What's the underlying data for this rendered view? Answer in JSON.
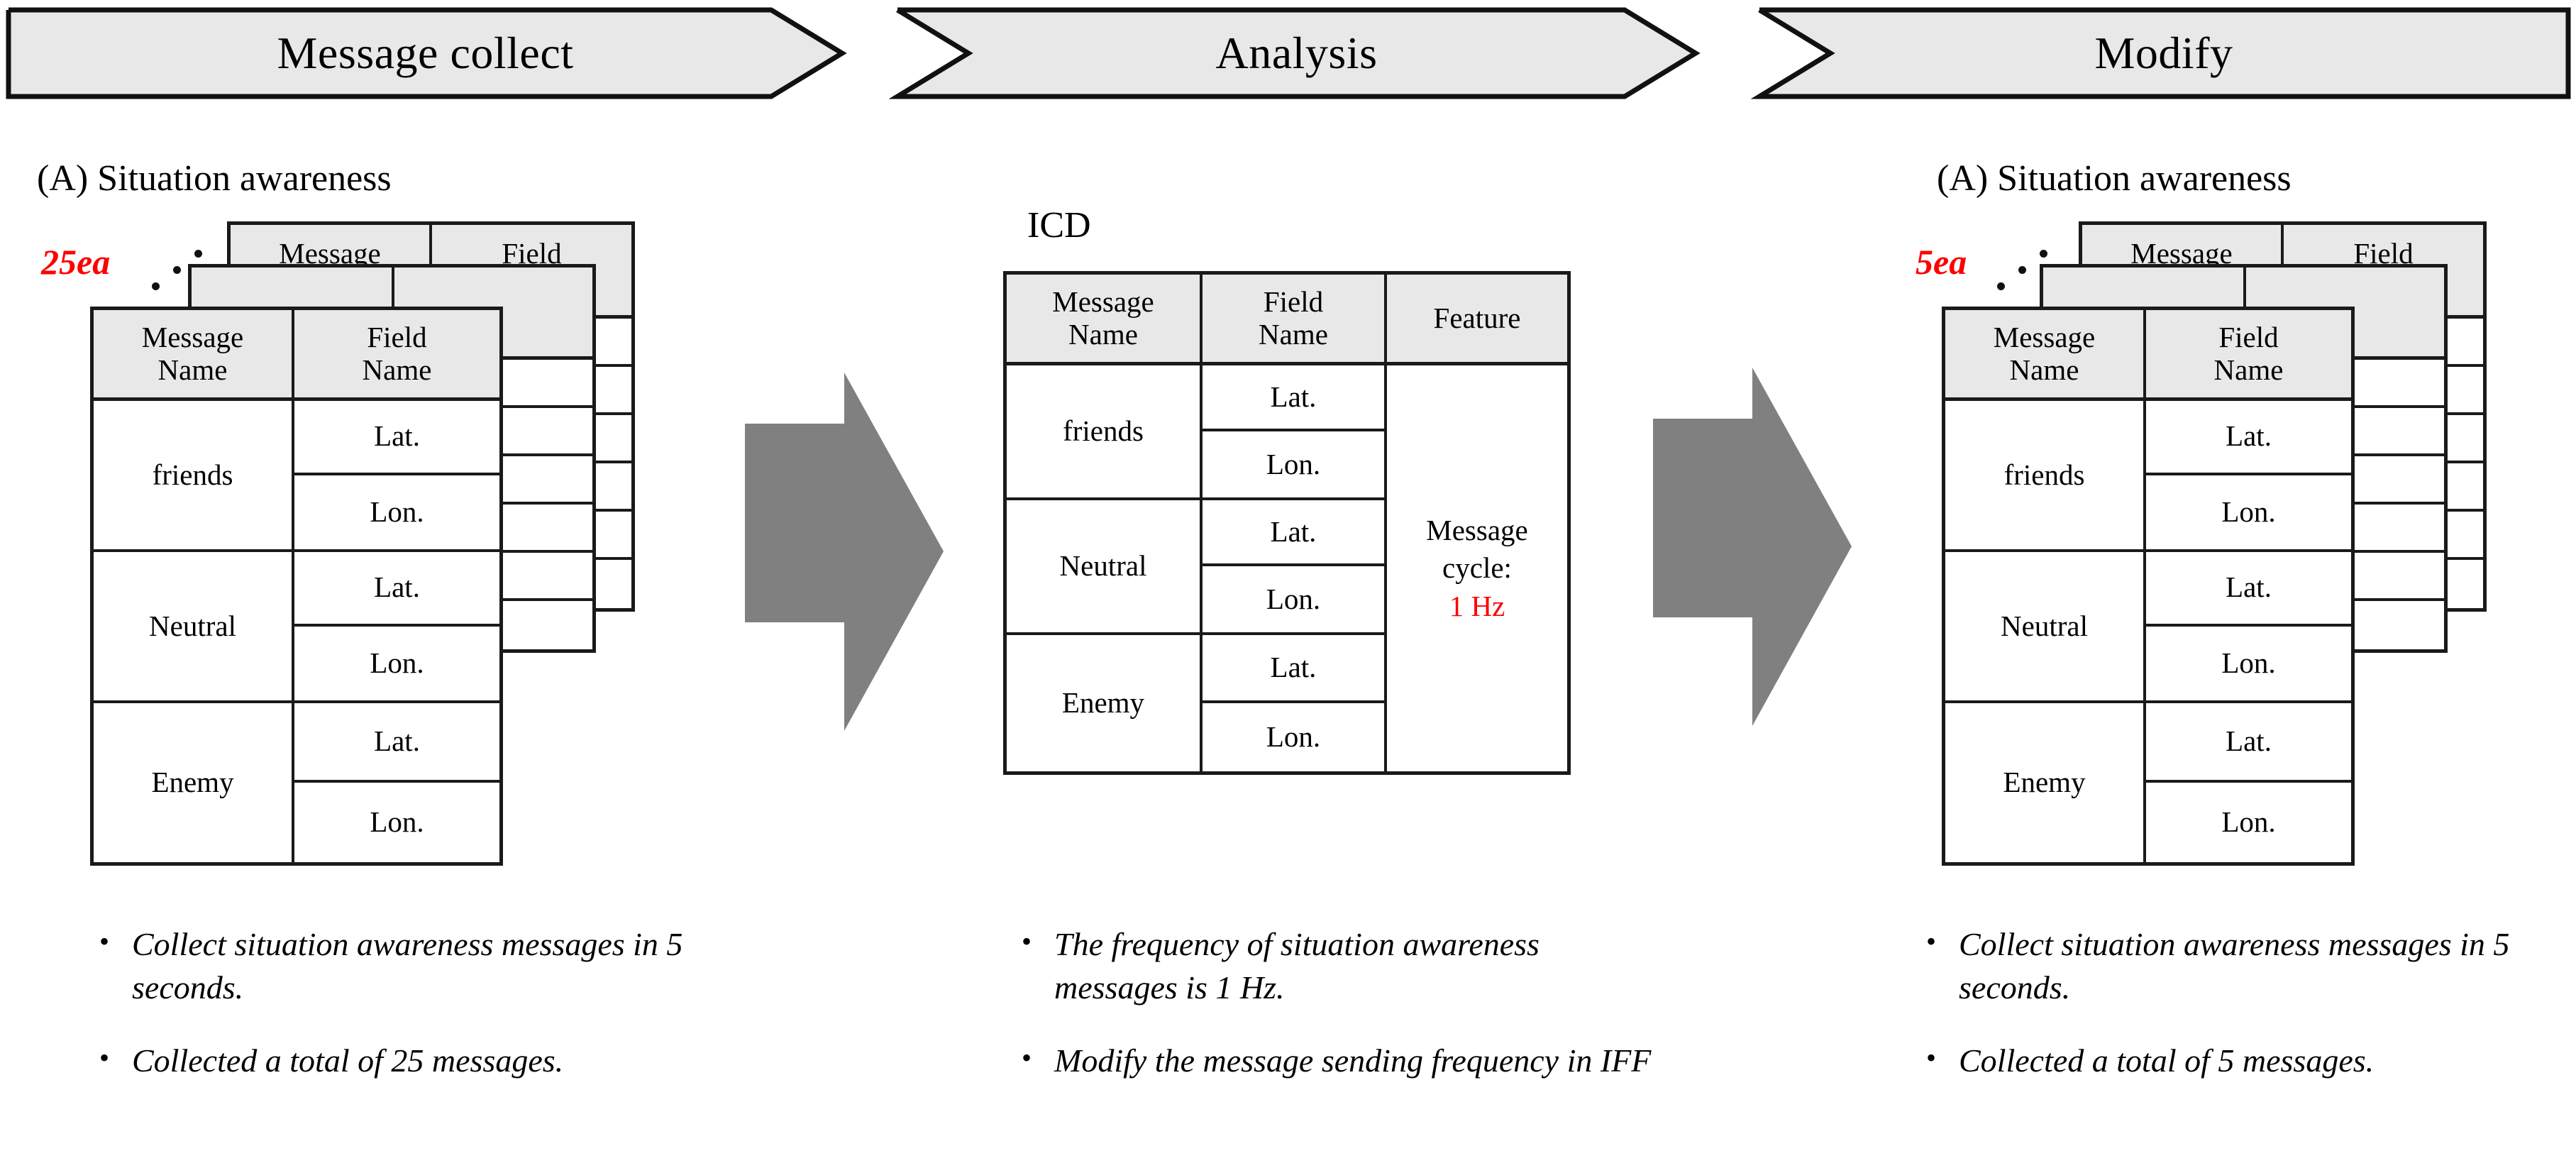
{
  "colors": {
    "accent_red": "#ff0000",
    "banner_fill": "#e8e8e8",
    "header_fill": "#e8e8e8",
    "arrow_fill": "#808080",
    "line": "#1a1a1a"
  },
  "banners": [
    {
      "label": "Message collect"
    },
    {
      "label": "Analysis"
    },
    {
      "label": "Modify"
    }
  ],
  "panels": {
    "left": {
      "title": "(A) Situation awareness",
      "count_badge": "25ea",
      "table": {
        "headers": [
          "Message\nName",
          "Field\nName"
        ],
        "header_msg": "Message",
        "header_msg2": "Name",
        "header_field": "Field",
        "header_field2": "Name",
        "groups": [
          {
            "name": "friends",
            "fields": [
              "Lat.",
              "Lon."
            ]
          },
          {
            "name": "Neutral",
            "fields": [
              "Lat.",
              "Lon."
            ]
          },
          {
            "name": "Enemy",
            "fields": [
              "Lat.",
              "Lon."
            ]
          }
        ]
      },
      "bullets": [
        "Collect situation awareness messages in 5 seconds.",
        "Collected a total of 25 messages."
      ]
    },
    "middle": {
      "title": "ICD",
      "table": {
        "header_msg": "Message",
        "header_msg2": "Name",
        "header_field": "Field",
        "header_field2": "Name",
        "header_feature": "Feature",
        "groups": [
          {
            "name": "friends",
            "fields": [
              "Lat.",
              "Lon."
            ]
          },
          {
            "name": "Neutral",
            "fields": [
              "Lat.",
              "Lon."
            ]
          },
          {
            "name": "Enemy",
            "fields": [
              "Lat.",
              "Lon."
            ]
          }
        ],
        "feature_line1": "Message",
        "feature_line2": "cycle:",
        "feature_value": "1 Hz"
      },
      "bullets": [
        "The frequency of situation awareness messages is 1 Hz.",
        "Modify the message sending frequency in IFF"
      ]
    },
    "right": {
      "title": "(A) Situation awareness",
      "count_badge": "5ea",
      "table": {
        "header_msg": "Message",
        "header_msg2": "Name",
        "header_field": "Field",
        "header_field2": "Name",
        "groups": [
          {
            "name": "friends",
            "fields": [
              "Lat.",
              "Lon."
            ]
          },
          {
            "name": "Neutral",
            "fields": [
              "Lat.",
              "Lon."
            ]
          },
          {
            "name": "Enemy",
            "fields": [
              "Lat.",
              "Lon."
            ]
          }
        ]
      },
      "bullets": [
        "Collect situation awareness messages in 5 seconds.",
        "Collected a total of 5 messages."
      ]
    }
  },
  "bullet_marker": "•",
  "stack_depth": 3,
  "arrows": [
    {
      "name": "arrow-collect-to-analysis"
    },
    {
      "name": "arrow-analysis-to-modify"
    }
  ]
}
